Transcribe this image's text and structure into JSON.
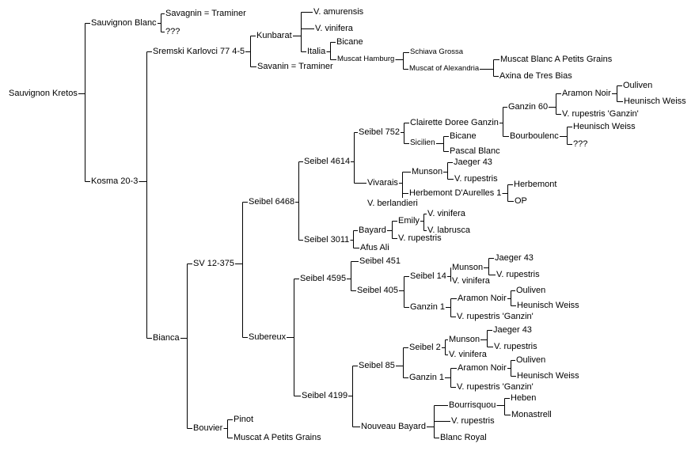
{
  "colors": {
    "background": "#ffffff",
    "text": "#000000",
    "line": "#000000"
  },
  "tree": {
    "root": "Sauvignon Kretos",
    "nodes": {
      "n0": {
        "label": "Sauvignon Kretos"
      },
      "n1": {
        "label": "Sauvignon Blanc"
      },
      "n2": {
        "label": "Savagnin = Traminer"
      },
      "n3": {
        "label": "???"
      },
      "n4": {
        "label": "Kosma 20-3"
      },
      "n5": {
        "label": "Sremski Karlovci 77 4-5"
      },
      "n6": {
        "label": "Kunbarat"
      },
      "n7": {
        "label": "V. amurensis"
      },
      "n8": {
        "label": "V. vinifera"
      },
      "n9": {
        "label": "Italia"
      },
      "n10": {
        "label": "Bicane"
      },
      "n11": {
        "label": "Muscat Hamburg"
      },
      "n12": {
        "label": "Schiava Grossa"
      },
      "n13": {
        "label": "Muscat of Alexandria"
      },
      "n14": {
        "label": "Muscat Blanc A Petits Grains"
      },
      "n15": {
        "label": "Axina de Tres Bias"
      },
      "n16": {
        "label": "Savanin = Traminer"
      },
      "n17": {
        "label": "Bianca"
      },
      "n18": {
        "label": "SV 12-375"
      },
      "n19": {
        "label": "Seibel 6468"
      },
      "n20": {
        "label": "Seibel 4614"
      },
      "n21": {
        "label": "Seibel 752"
      },
      "n22": {
        "label": "Clairette Doree Ganzin"
      },
      "n23": {
        "label": "Ganzin 60"
      },
      "n24": {
        "label": "Aramon Noir"
      },
      "n25": {
        "label": "Ouliven"
      },
      "n26": {
        "label": "Heunisch Weiss"
      },
      "n27": {
        "label": "V. rupestris 'Ganzin'"
      },
      "n28": {
        "label": "Bourboulenc"
      },
      "n29": {
        "label": "Heunisch Weiss"
      },
      "n30": {
        "label": "???"
      },
      "n31": {
        "label": "Sicilien"
      },
      "n32": {
        "label": "Bicane"
      },
      "n33": {
        "label": "Pascal Blanc"
      },
      "n34": {
        "label": "Vivarais"
      },
      "n35": {
        "label": "Munson"
      },
      "n36": {
        "label": "Jaeger 43"
      },
      "n37": {
        "label": "V. rupestris"
      },
      "n38": {
        "label": "Herbemont D'Aurelles 1"
      },
      "n39": {
        "label": "Herbemont"
      },
      "n40": {
        "label": "OP"
      },
      "n41": {
        "label": "V. berlandieri"
      },
      "n42": {
        "label": "Seibel 3011"
      },
      "n43": {
        "label": "Bayard"
      },
      "n44": {
        "label": "Emily"
      },
      "n45": {
        "label": "V. vinifera"
      },
      "n46": {
        "label": "V. labrusca"
      },
      "n47": {
        "label": "V. rupestris"
      },
      "n48": {
        "label": "Afus Ali"
      },
      "n49": {
        "label": "Subereux"
      },
      "n50": {
        "label": "Seibel 4595"
      },
      "n51": {
        "label": "Seibel 451"
      },
      "n52": {
        "label": "Seibel 405"
      },
      "n53": {
        "label": "Seibel 14"
      },
      "n54": {
        "label": "Munson"
      },
      "n55": {
        "label": "Jaeger 43"
      },
      "n56": {
        "label": "V. rupestris"
      },
      "n57": {
        "label": "V. vinifera"
      },
      "n58": {
        "label": "Ganzin 1"
      },
      "n59": {
        "label": "Aramon Noir"
      },
      "n60": {
        "label": "Ouliven"
      },
      "n61": {
        "label": "Heunisch Weiss"
      },
      "n62": {
        "label": "V. rupestris 'Ganzin'"
      },
      "n63": {
        "label": "Seibel 4199"
      },
      "n64": {
        "label": "Seibel 85"
      },
      "n65": {
        "label": "Seibel 2"
      },
      "n66": {
        "label": "Munson"
      },
      "n67": {
        "label": "Jaeger 43"
      },
      "n68": {
        "label": "V. rupestris"
      },
      "n69": {
        "label": "V. vinifera"
      },
      "n70": {
        "label": "Ganzin 1"
      },
      "n71": {
        "label": "Aramon Noir"
      },
      "n72": {
        "label": "Ouliven"
      },
      "n73": {
        "label": "Heunisch Weiss"
      },
      "n74": {
        "label": "V. rupestris 'Ganzin'"
      },
      "n75": {
        "label": "Nouveau Bayard"
      },
      "n76": {
        "label": "Bourrisquou"
      },
      "n77": {
        "label": "Heben"
      },
      "n78": {
        "label": "Monastrell"
      },
      "n79": {
        "label": "V. rupestris"
      },
      "n80": {
        "label": "Blanc Royal"
      },
      "n81": {
        "label": "Bouvier"
      },
      "n82": {
        "label": "Pinot"
      },
      "n83": {
        "label": "Muscat A Petits Grains"
      }
    },
    "edges": [
      [
        "n0",
        "n1"
      ],
      [
        "n0",
        "n4"
      ],
      [
        "n1",
        "n2"
      ],
      [
        "n1",
        "n3"
      ],
      [
        "n4",
        "n5"
      ],
      [
        "n4",
        "n17"
      ],
      [
        "n5",
        "n6"
      ],
      [
        "n5",
        "n16"
      ],
      [
        "n6",
        "n7"
      ],
      [
        "n6",
        "n8"
      ],
      [
        "n6",
        "n9"
      ],
      [
        "n9",
        "n10"
      ],
      [
        "n9",
        "n11"
      ],
      [
        "n11",
        "n12"
      ],
      [
        "n11",
        "n13"
      ],
      [
        "n13",
        "n14"
      ],
      [
        "n13",
        "n15"
      ],
      [
        "n17",
        "n18"
      ],
      [
        "n17",
        "n81"
      ],
      [
        "n18",
        "n19"
      ],
      [
        "n18",
        "n49"
      ],
      [
        "n19",
        "n20"
      ],
      [
        "n19",
        "n42"
      ],
      [
        "n20",
        "n21"
      ],
      [
        "n20",
        "n34"
      ],
      [
        "n21",
        "n22"
      ],
      [
        "n21",
        "n31"
      ],
      [
        "n22",
        "n23"
      ],
      [
        "n22",
        "n28"
      ],
      [
        "n23",
        "n24"
      ],
      [
        "n23",
        "n27"
      ],
      [
        "n24",
        "n25"
      ],
      [
        "n24",
        "n26"
      ],
      [
        "n28",
        "n29"
      ],
      [
        "n28",
        "n30"
      ],
      [
        "n31",
        "n32"
      ],
      [
        "n31",
        "n33"
      ],
      [
        "n34",
        "n35"
      ],
      [
        "n34",
        "n38"
      ],
      [
        "n34",
        "n41"
      ],
      [
        "n35",
        "n36"
      ],
      [
        "n35",
        "n37"
      ],
      [
        "n38",
        "n39"
      ],
      [
        "n38",
        "n40"
      ],
      [
        "n42",
        "n43"
      ],
      [
        "n42",
        "n48"
      ],
      [
        "n43",
        "n44"
      ],
      [
        "n43",
        "n47"
      ],
      [
        "n44",
        "n45"
      ],
      [
        "n44",
        "n46"
      ],
      [
        "n49",
        "n50"
      ],
      [
        "n49",
        "n63"
      ],
      [
        "n50",
        "n51"
      ],
      [
        "n50",
        "n52"
      ],
      [
        "n52",
        "n53"
      ],
      [
        "n52",
        "n58"
      ],
      [
        "n53",
        "n54"
      ],
      [
        "n53",
        "n57"
      ],
      [
        "n54",
        "n55"
      ],
      [
        "n54",
        "n56"
      ],
      [
        "n58",
        "n59"
      ],
      [
        "n58",
        "n62"
      ],
      [
        "n59",
        "n60"
      ],
      [
        "n59",
        "n61"
      ],
      [
        "n63",
        "n64"
      ],
      [
        "n63",
        "n75"
      ],
      [
        "n64",
        "n65"
      ],
      [
        "n64",
        "n70"
      ],
      [
        "n65",
        "n66"
      ],
      [
        "n65",
        "n69"
      ],
      [
        "n66",
        "n67"
      ],
      [
        "n66",
        "n68"
      ],
      [
        "n70",
        "n71"
      ],
      [
        "n70",
        "n74"
      ],
      [
        "n71",
        "n72"
      ],
      [
        "n71",
        "n73"
      ],
      [
        "n75",
        "n76"
      ],
      [
        "n75",
        "n79"
      ],
      [
        "n75",
        "n80"
      ],
      [
        "n76",
        "n77"
      ],
      [
        "n76",
        "n78"
      ],
      [
        "n81",
        "n82"
      ],
      [
        "n81",
        "n83"
      ]
    ]
  }
}
